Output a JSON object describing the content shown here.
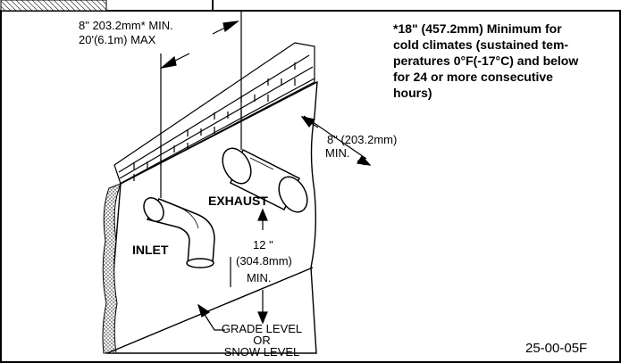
{
  "labels": {
    "spacing_top": "8\" 203.2mm* MIN.",
    "spacing_bottom": "20'(6.1m) MAX",
    "side_clearance_1": "8\" (203.2mm)",
    "side_clearance_2": "MIN.",
    "exhaust": "EXHAUST",
    "inlet": "INLET",
    "height_1": "12 \"",
    "height_2": "(304.8mm)",
    "height_3": "MIN.",
    "grade_1": "GRADE LEVEL",
    "grade_2": "OR",
    "grade_3": "SNOW LEVEL",
    "figure_code": "25-00-05F"
  },
  "note": {
    "lines": [
      "*18\" (457.2mm) Minimum for",
      "cold climates (sustained tem-",
      "peratures 0°F(-17°C) and below",
      "for 24 or more consecutive",
      "hours)"
    ]
  }
}
